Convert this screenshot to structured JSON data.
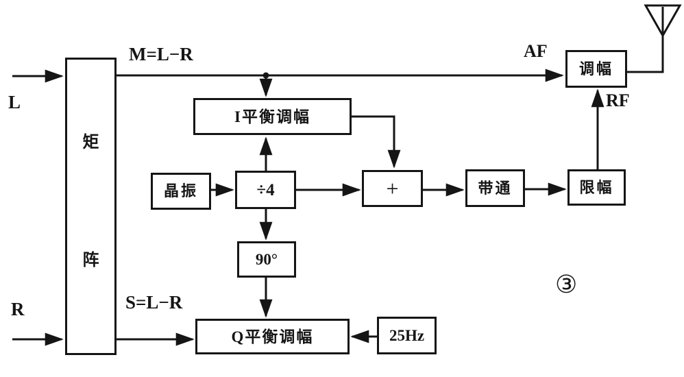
{
  "diagram": {
    "inputs": {
      "left": "L",
      "right": "R"
    },
    "labels": {
      "mono_signal": "M=L−R",
      "stereo_signal": "S=L−R",
      "af": "AF",
      "rf": "RF",
      "figure_number": "③"
    },
    "blocks": {
      "matrix": {
        "label": "矩阵",
        "chars": [
          "矩",
          "阵"
        ]
      },
      "i_modulator": {
        "label": "I平衡调幅"
      },
      "crystal_osc": {
        "label": "晶振"
      },
      "divide_by_4": {
        "label": "÷4"
      },
      "adder": {
        "label": "+"
      },
      "bandpass": {
        "label": "带通"
      },
      "limiter": {
        "label": "限幅"
      },
      "am_modulator": {
        "label": "调幅"
      },
      "phase_shift_90": {
        "label": "90°"
      },
      "q_modulator": {
        "label": "Q平衡调幅"
      },
      "pilot_25hz": {
        "label": "25Hz"
      }
    },
    "colors": {
      "ink": "#151515",
      "paper": "#ffffff"
    }
  }
}
